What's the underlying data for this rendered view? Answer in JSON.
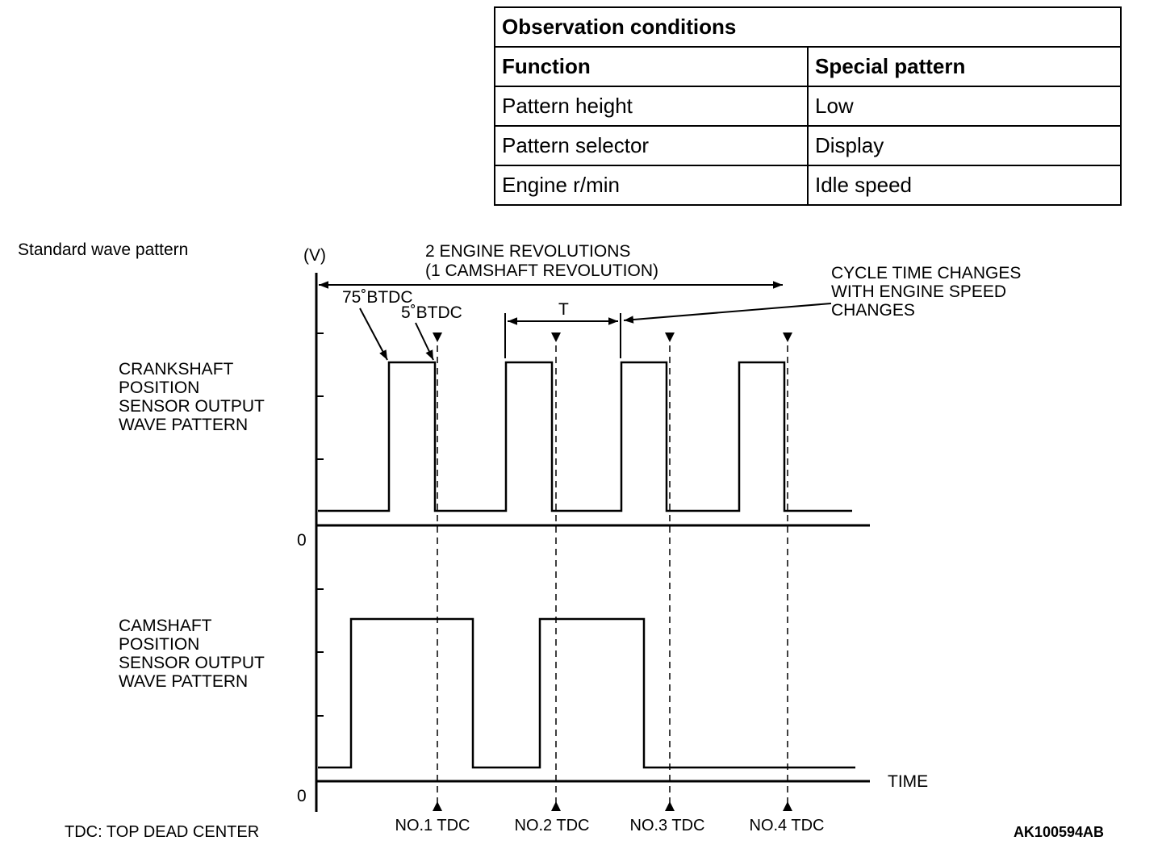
{
  "table": {
    "title": "Observation conditions",
    "header": [
      "Function",
      "Special pattern"
    ],
    "rows": [
      [
        "Pattern height",
        "Low"
      ],
      [
        "Pattern selector",
        "Display"
      ],
      [
        "Engine r/min",
        "Idle speed"
      ]
    ]
  },
  "diagram": {
    "section_title": "Standard wave pattern",
    "y_unit": "(V)",
    "x_label": "TIME",
    "zero_label": "0",
    "span_label_line1": "2 ENGINE REVOLUTIONS",
    "span_label_line2": "(1 CAMSHAFT REVOLUTION)",
    "btdc75_label": "75˚BTDC",
    "btdc5_label": "5˚BTDC",
    "period_label": "T",
    "cycle_note": [
      "CYCLE TIME CHANGES",
      "WITH ENGINE SPEED",
      "CHANGES"
    ],
    "crank_label": [
      "CRANKSHAFT",
      "POSITION",
      "SENSOR OUTPUT",
      "WAVE PATTERN"
    ],
    "cam_label": [
      "CAMSHAFT",
      "POSITION",
      "SENSOR OUTPUT",
      "WAVE PATTERN"
    ],
    "tdc_labels": [
      "NO.1 TDC",
      "NO.2 TDC",
      "NO.3 TDC",
      "NO.4 TDC"
    ],
    "legend": "TDC: TOP DEAD CENTER",
    "figure_code": "AK100594AB"
  }
}
